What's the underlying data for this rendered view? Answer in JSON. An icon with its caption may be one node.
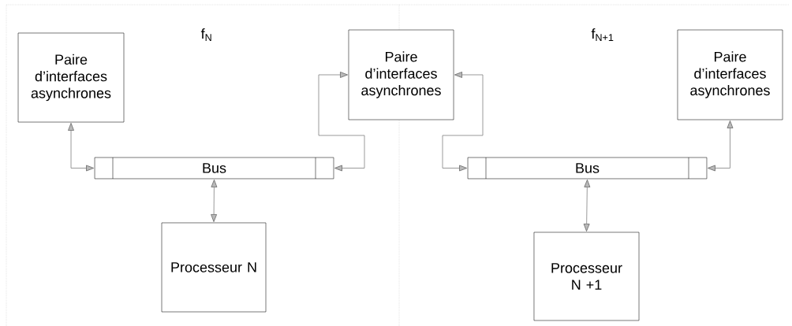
{
  "diagram": {
    "nodes": [
      {
        "text": [
          "Paire d’interfaces asynchrones"
        ]
      },
      {
        "text": [
          "Paire d’interfaces asynchrones"
        ]
      },
      {
        "text": [
          "Paire d’interfaces asynchrones"
        ]
      },
      {
        "text": [
          "Bus"
        ]
      },
      {
        "text": [
          "Processeur N"
        ]
      },
      {
        "text": [
          "Bus"
        ]
      },
      {
        "text": [
          "Processeur N +1"
        ]
      }
    ],
    "edges": [
      {
        "from": 3,
        "to": 0,
        "arrow": "both"
      },
      {
        "from": 3,
        "to": 1,
        "arrow": "both"
      },
      {
        "from": 5,
        "to": 1,
        "arrow": "both"
      },
      {
        "from": 5,
        "to": 2,
        "arrow": "both"
      },
      {
        "from": 3,
        "to": 4,
        "arrow": "both"
      },
      {
        "from": 5,
        "to": 6,
        "arrow": "both"
      }
    ],
    "labels": [
      "f$_{N}$",
      "f$_{N+1}$"
    ]
  }
}
